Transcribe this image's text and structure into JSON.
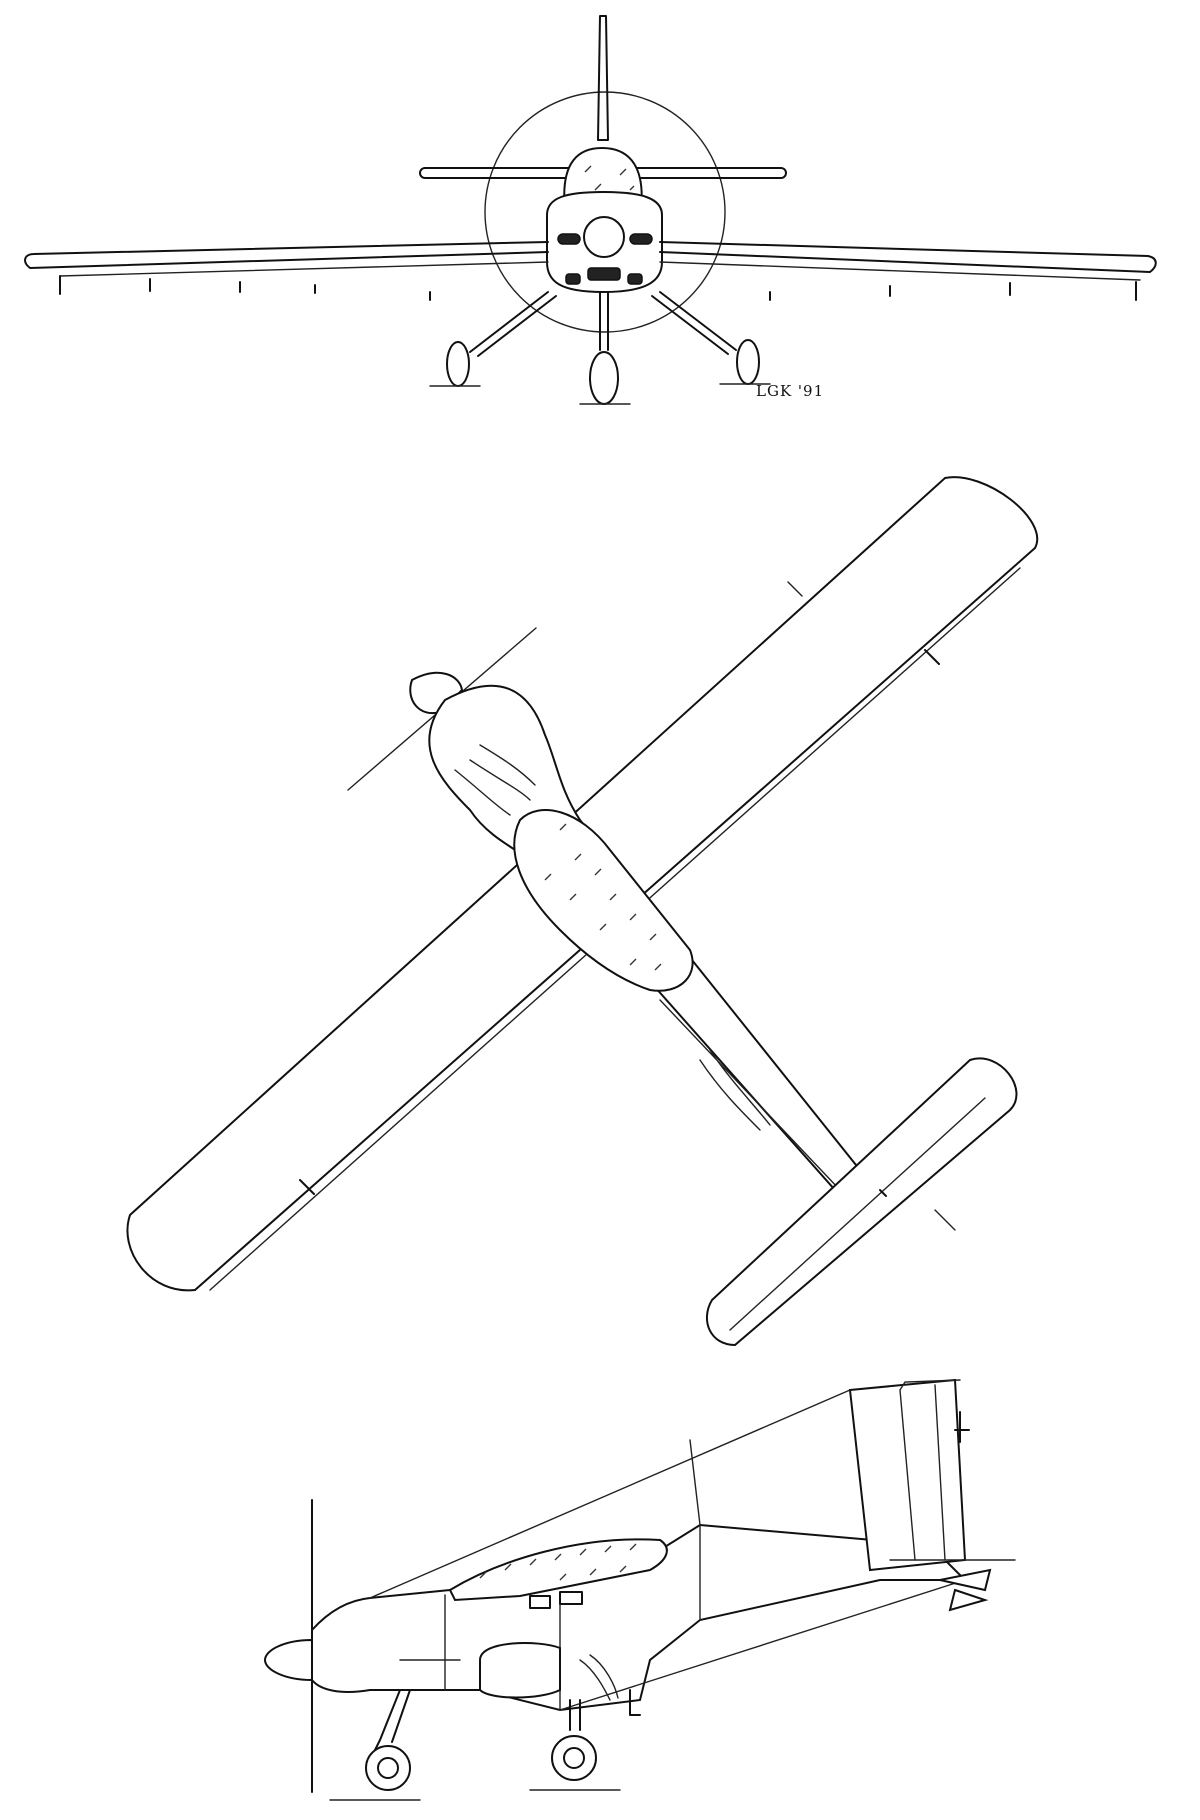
{
  "signature": "LGK '91",
  "views": [
    "front-view",
    "plan-view",
    "side-view"
  ]
}
